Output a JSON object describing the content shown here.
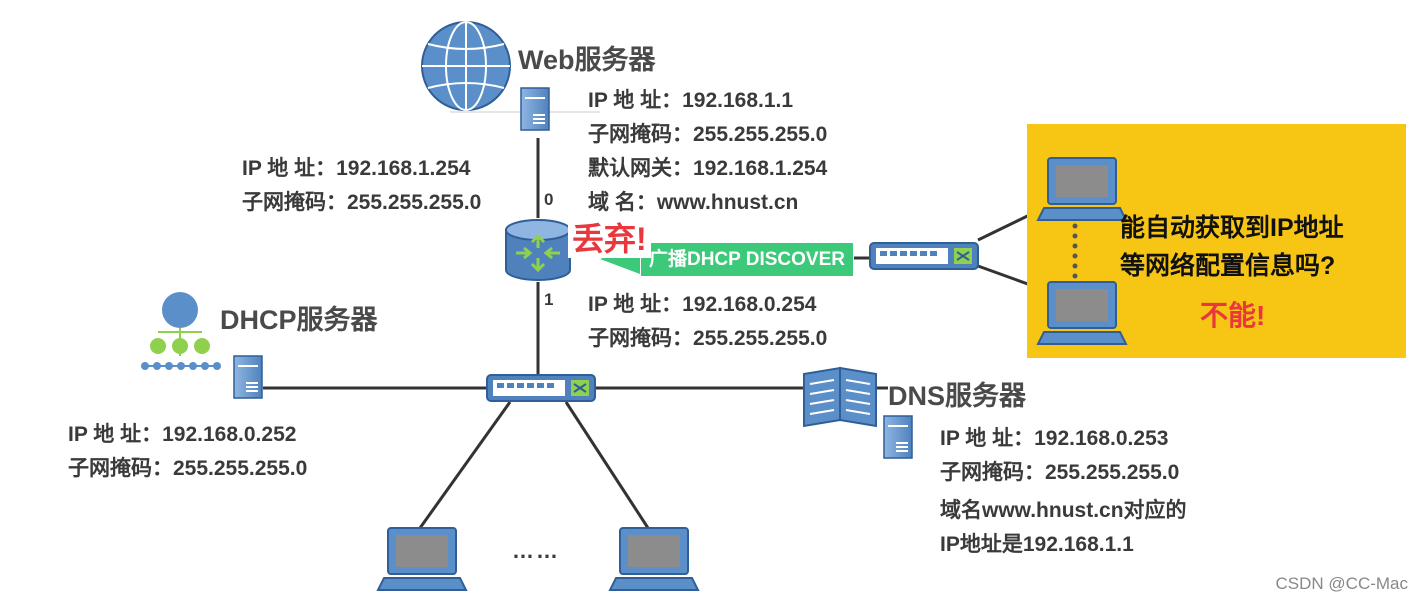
{
  "web_server": {
    "title": "Web服务器",
    "ip": "IP 地  址：192.168.1.1",
    "mask": "子网掩码：255.255.255.0",
    "gateway": "默认网关：192.168.1.254",
    "domain": "域       名：www.hnust.cn"
  },
  "router": {
    "port0_ip": "IP 地  址：192.168.1.254",
    "port0_mask": "子网掩码：255.255.255.0",
    "port0_label": "0",
    "port1_label": "1",
    "port1_ip": "IP 地  址：192.168.0.254",
    "port1_mask": "子网掩码：255.255.255.0"
  },
  "broadcast": {
    "banner": "广播DHCP DISCOVER",
    "drop_label": "丢弃!"
  },
  "dhcp_server": {
    "title": "DHCP服务器",
    "ip": "IP 地  址：192.168.0.252",
    "mask": "子网掩码：255.255.255.0"
  },
  "dns_server": {
    "title": "DNS服务器",
    "ip": "IP 地  址：192.168.0.253",
    "mask": "子网掩码：255.255.255.0",
    "note_line1": "域名www.hnust.cn对应的",
    "note_line2": "IP地址是192.168.1.1"
  },
  "question": {
    "line1": "能自动获取到IP地址",
    "line2": "等网络配置信息吗?",
    "answer": "不能!"
  },
  "hosts_ellipsis": "……",
  "watermark": "CSDN @CC-Mac",
  "colors": {
    "device_blue": "#5b8fc9",
    "device_border": "#2f5f96",
    "broadcast_green": "#3cc97a",
    "alert_red": "#e8383d",
    "panel_yellow": "#f7c514"
  }
}
